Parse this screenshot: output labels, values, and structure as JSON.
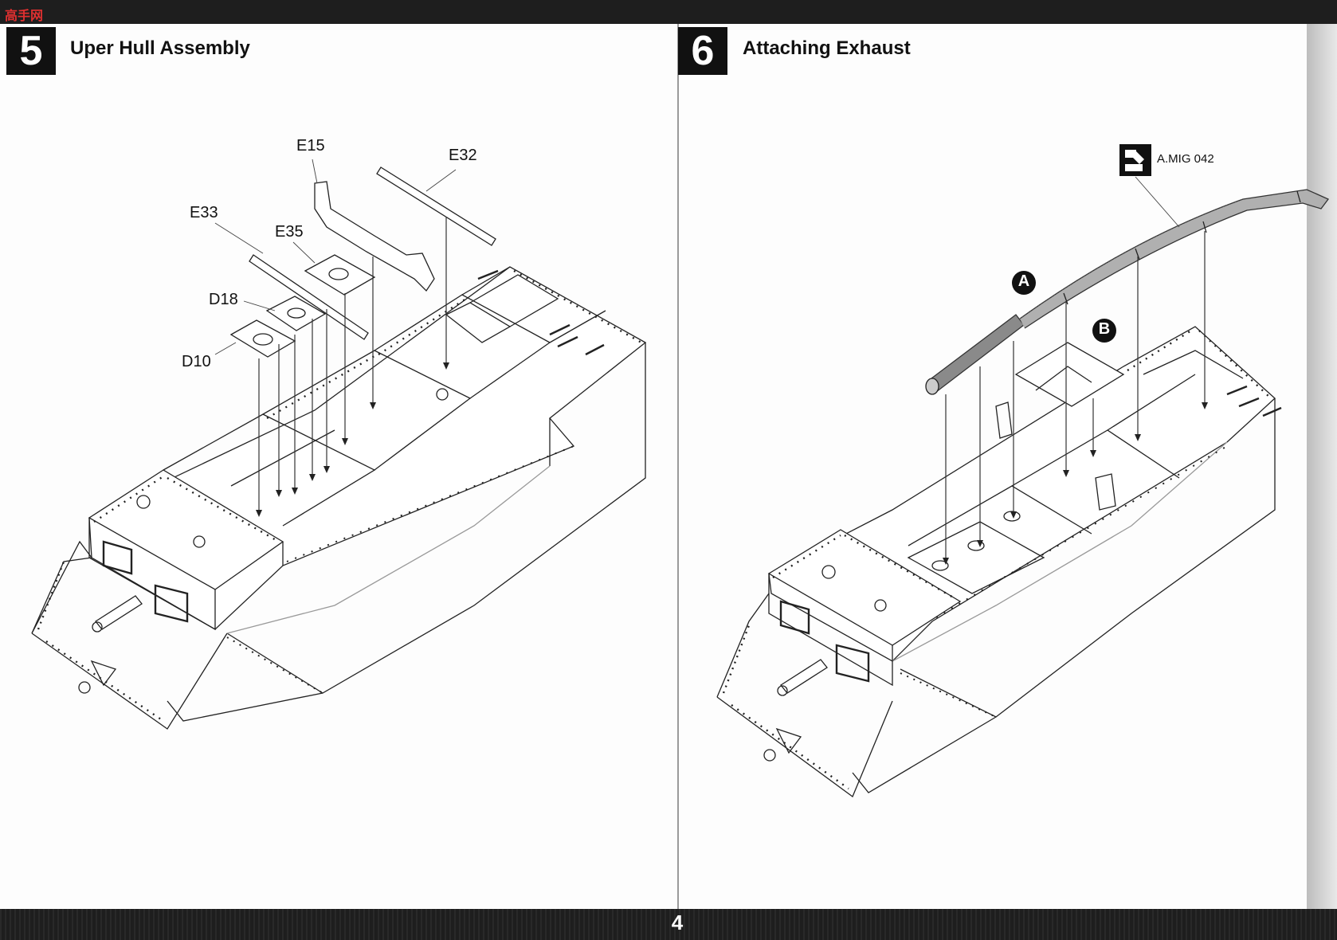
{
  "watermark": "高手网",
  "page_number": "4",
  "step5": {
    "number": "5",
    "title": "Uper Hull Assembly",
    "parts": [
      "E15",
      "E32",
      "E33",
      "E35",
      "D18",
      "D10"
    ]
  },
  "step6": {
    "number": "6",
    "title": "Attaching Exhaust",
    "paint_ref": "A.MIG 042",
    "callouts": [
      "A",
      "B"
    ]
  },
  "colors": {
    "band": "#1e1e1e",
    "page": "#fdfdfd",
    "ink": "#111111",
    "exhaust": "#8a8a8a"
  }
}
